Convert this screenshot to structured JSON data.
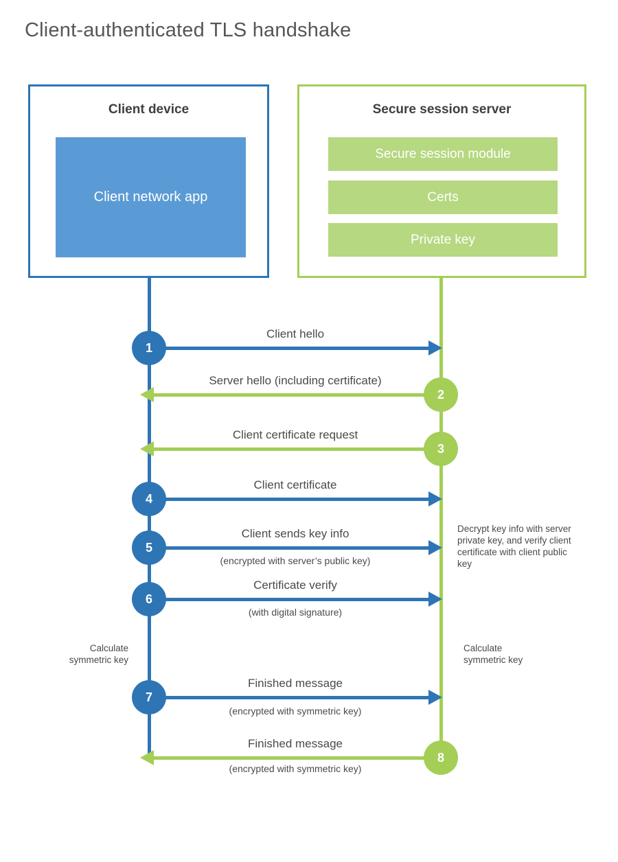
{
  "title": "Client-authenticated TLS handshake",
  "client": {
    "title": "Client device",
    "app": "Client network app"
  },
  "server": {
    "title": "Secure session server",
    "modules": [
      "Secure session module",
      "Certs",
      "Private key"
    ]
  },
  "messages": [
    {
      "num": "1",
      "direction": "client-to-server",
      "label": "Client hello"
    },
    {
      "num": "2",
      "direction": "server-to-client",
      "label": "Server hello (including certificate)"
    },
    {
      "num": "3",
      "direction": "server-to-client",
      "label": "Client certificate request"
    },
    {
      "num": "4",
      "direction": "client-to-server",
      "label": "Client certificate"
    },
    {
      "num": "5",
      "direction": "client-to-server",
      "label": "Client sends key info",
      "sub": "(encrypted with server’s public key)"
    },
    {
      "num": "6",
      "direction": "client-to-server",
      "label": "Certificate verify",
      "sub": "(with digital signature)"
    },
    {
      "num": "7",
      "direction": "client-to-server",
      "label": "Finished message",
      "sub": "(encrypted with symmetric key)"
    },
    {
      "num": "8",
      "direction": "server-to-client",
      "label": "Finished message",
      "sub": "(encrypted with symmetric key)"
    }
  ],
  "notes": {
    "decrypt": "Decrypt key info with server private key, and verify client certificate with client public key",
    "calc_left": "Calculate\nsymmetric key",
    "calc_right": "Calculate\nsymmetric key"
  },
  "colors": {
    "blue_stroke": "#2E75B6",
    "blue_fill": "#5B9BD5",
    "green_stroke": "#A4CE56",
    "green_fill": "#B5D880"
  }
}
